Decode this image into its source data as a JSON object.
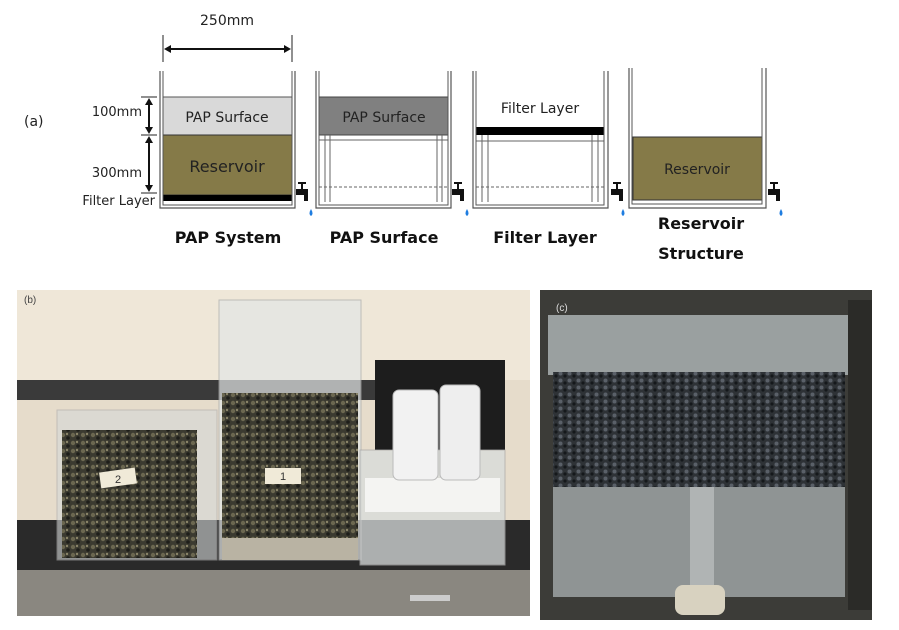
{
  "panel_a": {
    "label": "(a)",
    "width_dim": "250mm",
    "dim_top": "100mm",
    "dim_bottom": "300mm",
    "dim_filter": "Filter Layer",
    "box1_surface": "PAP Surface",
    "box1_reservoir": "Reservoir",
    "box2_surface": "PAP Surface",
    "box3_filter": "Filter Layer",
    "box4_reservoir": "Reservoir",
    "caption1": "PAP System",
    "caption2": "PAP Surface",
    "caption3": "Filter Layer",
    "caption4_line1": "Reservoir",
    "caption4_line2": "Structure"
  },
  "panel_b": {
    "label": "(b)",
    "tag_left": "2",
    "tag_right": "1"
  },
  "panel_c": {
    "label": "(c)"
  },
  "colors": {
    "reservoir": "#857a48",
    "surface_light": "#d9d9d9",
    "surface_dark": "#808080",
    "water": "#1f7de0"
  }
}
